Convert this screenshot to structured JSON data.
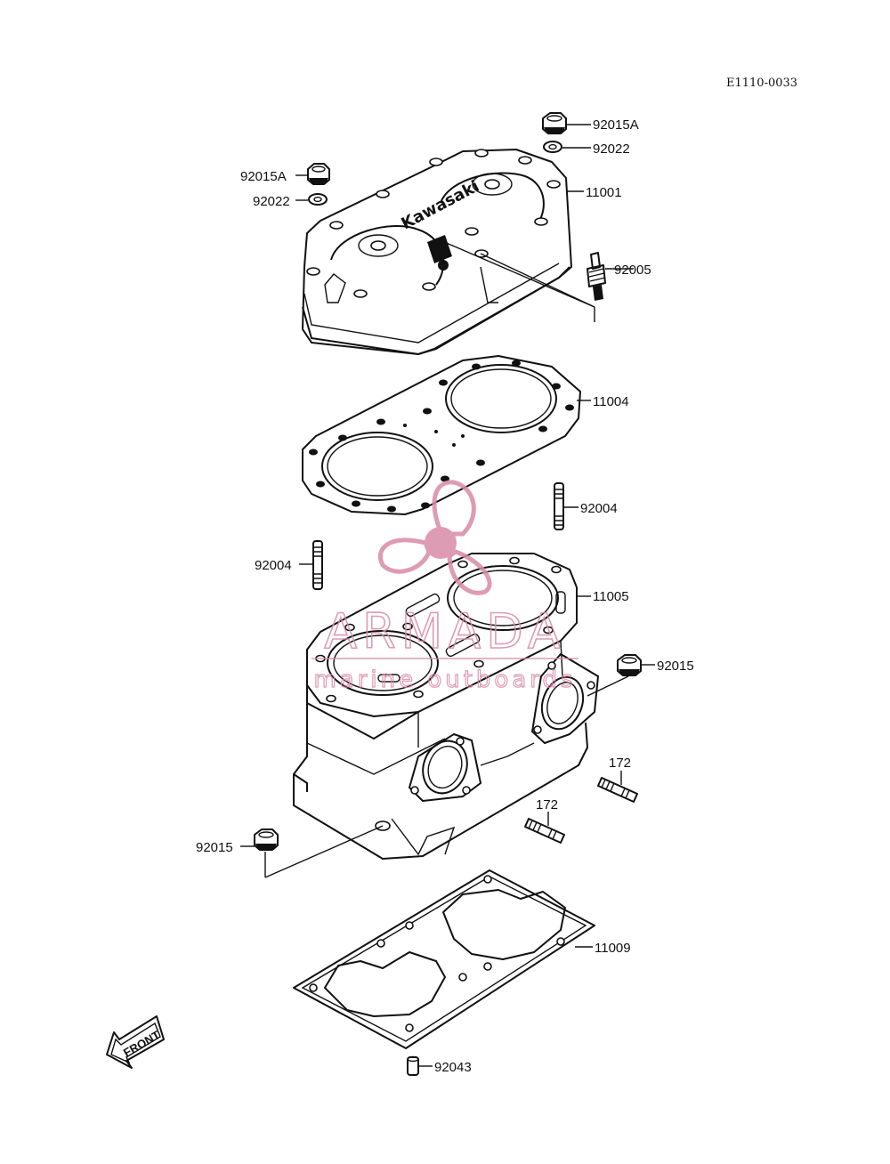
{
  "diagram_code": "E1110-0033",
  "front_label": "FRONT",
  "watermark": {
    "brand": "ARMADA",
    "tagline": "marine outboards",
    "color": "#d98aa8"
  },
  "parts": [
    {
      "id": "nut-top-right",
      "number": "92015A"
    },
    {
      "id": "washer-top-right",
      "number": "92022"
    },
    {
      "id": "nut-top-left",
      "number": "92015A"
    },
    {
      "id": "washer-top-left",
      "number": "92022"
    },
    {
      "id": "cylinder-head",
      "number": "11001",
      "head_text": "Kawasaki"
    },
    {
      "id": "spark-plug",
      "number": "92005"
    },
    {
      "id": "head-gasket",
      "number": "11004"
    },
    {
      "id": "stud-right",
      "number": "92004"
    },
    {
      "id": "stud-left",
      "number": "92004"
    },
    {
      "id": "cylinder",
      "number": "11005"
    },
    {
      "id": "nut-right",
      "number": "92015"
    },
    {
      "id": "stud-172-right",
      "number": "172"
    },
    {
      "id": "stud-172-left",
      "number": "172"
    },
    {
      "id": "nut-left",
      "number": "92015"
    },
    {
      "id": "base-gasket",
      "number": "11009"
    },
    {
      "id": "dowel-pin",
      "number": "92043"
    }
  ]
}
